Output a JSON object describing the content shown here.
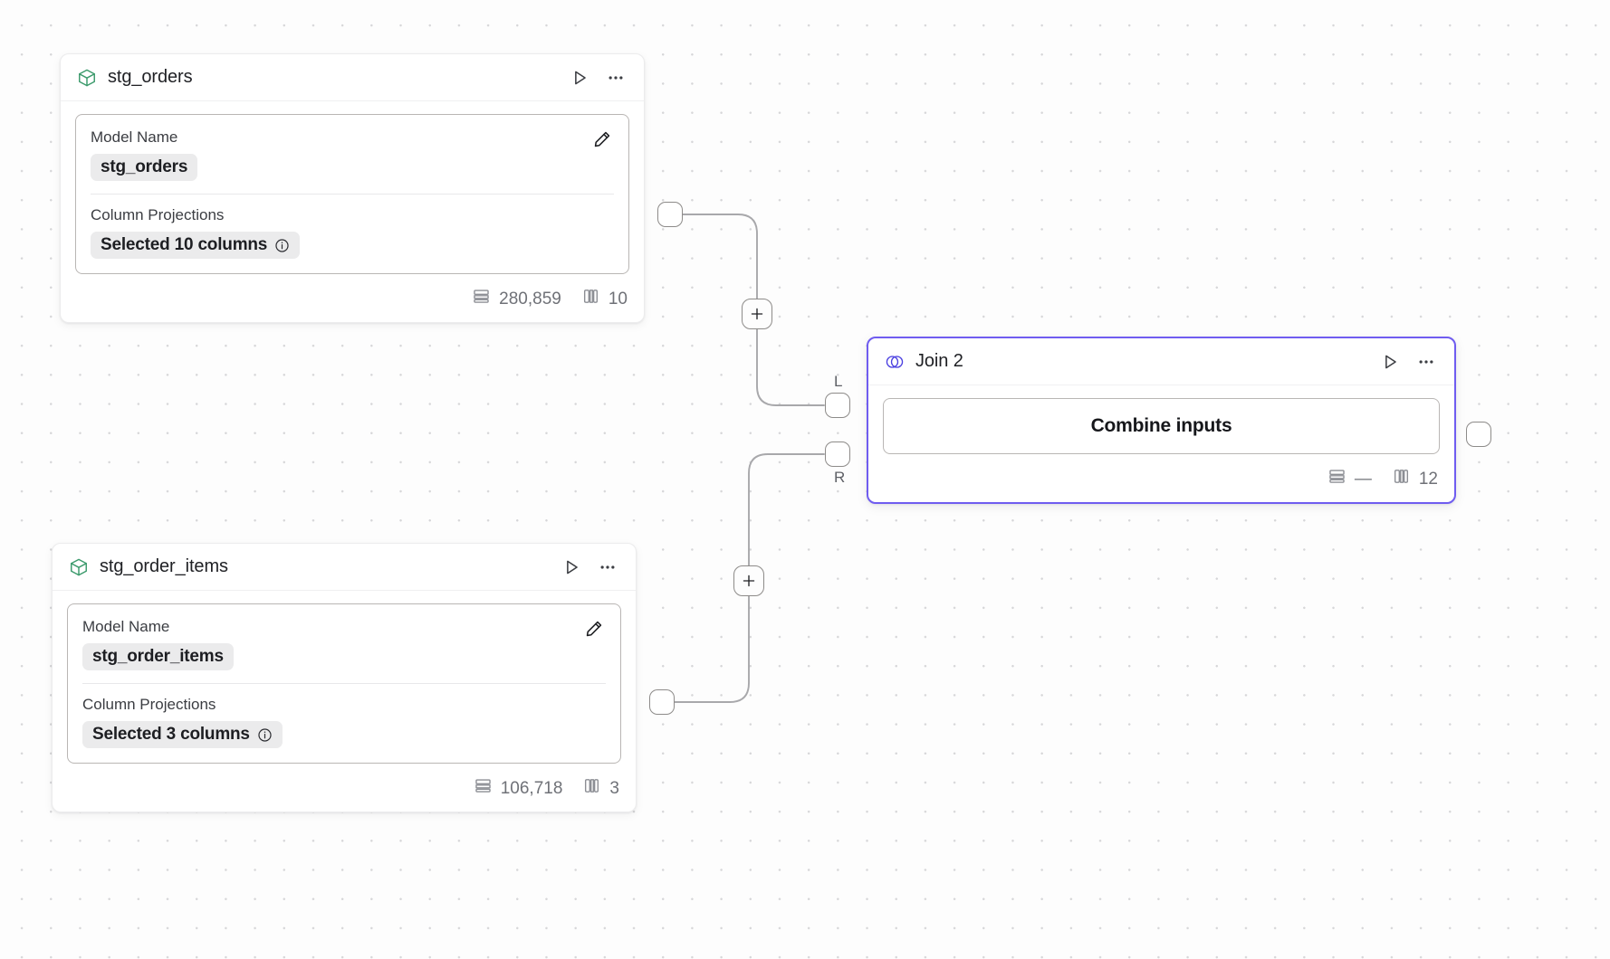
{
  "canvas": {
    "background_color": "#fdfdfd",
    "grid_dot_color": "#d6d6d8",
    "accent_color": "#6f5cf0",
    "model_icon_color": "#3d9b6d"
  },
  "nodes": [
    {
      "id": "stg_orders",
      "kind": "model",
      "icon": "cube-icon",
      "title": "stg_orders",
      "selected": false,
      "fields": [
        {
          "label": "Model Name",
          "value": "stg_orders",
          "has_info": false
        },
        {
          "label": "Column Projections",
          "value": "Selected 10 columns",
          "has_info": true
        }
      ],
      "footer": {
        "rows_icon": "rows-icon",
        "rows": "280,859",
        "columns_icon": "columns-icon",
        "columns": "10"
      },
      "actions": {
        "run": "run-icon",
        "more": "more-icon",
        "edit": "edit-icon"
      }
    },
    {
      "id": "stg_order_items",
      "kind": "model",
      "icon": "cube-icon",
      "title": "stg_order_items",
      "selected": false,
      "fields": [
        {
          "label": "Model Name",
          "value": "stg_order_items",
          "has_info": false
        },
        {
          "label": "Column Projections",
          "value": "Selected 3 columns",
          "has_info": true
        }
      ],
      "footer": {
        "rows_icon": "rows-icon",
        "rows": "106,718",
        "columns_icon": "columns-icon",
        "columns": "3"
      },
      "actions": {
        "run": "run-icon",
        "more": "more-icon",
        "edit": "edit-icon"
      }
    },
    {
      "id": "join_2",
      "kind": "join",
      "icon": "venn-join-icon",
      "title": "Join 2",
      "selected": true,
      "body_label": "Combine inputs",
      "footer": {
        "rows_icon": "rows-icon",
        "rows": "—",
        "columns_icon": "columns-icon",
        "columns": "12"
      },
      "actions": {
        "run": "run-icon",
        "more": "more-icon"
      }
    }
  ],
  "ports": {
    "join_left_label": "L",
    "join_right_label": "R"
  },
  "edge_buttons": {
    "add_label": "+"
  }
}
